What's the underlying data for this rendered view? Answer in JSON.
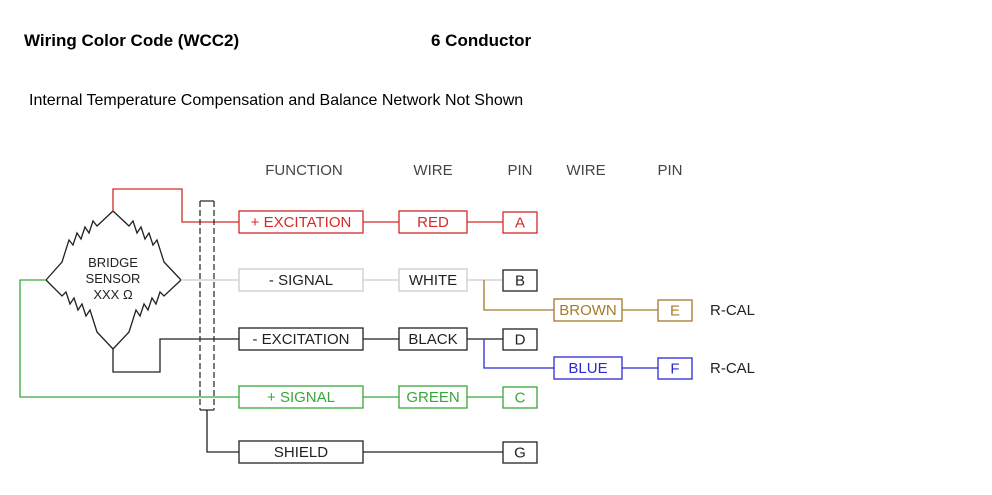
{
  "header": {
    "title": "Wiring Color Code (WCC2)",
    "conductor": "6 Conductor"
  },
  "note": "Internal Temperature Compensation and Balance Network Not Shown",
  "table_headers": {
    "function": "FUNCTION",
    "wire": "WIRE",
    "pin": "PIN",
    "wire2": "WIRE",
    "pin2": "PIN"
  },
  "bridge": {
    "line1": "BRIDGE",
    "line2": "SENSOR",
    "line3": "XXX Ω"
  },
  "rows": [
    {
      "function": "+ EXCITATION",
      "wire": "RED",
      "pin": "A",
      "color": "#d42a2a"
    },
    {
      "function": "- SIGNAL",
      "wire": "WHITE",
      "pin": "B",
      "color": "#bbbbbb"
    },
    {
      "function": "- EXCITATION",
      "wire": "BLACK",
      "pin": "D",
      "color": "#222222"
    },
    {
      "function": "+ SIGNAL",
      "wire": "GREEN",
      "pin": "C",
      "color": "#3aa63a"
    },
    {
      "function": "SHIELD",
      "wire": "",
      "pin": "G",
      "color": "#222222"
    }
  ],
  "rcal": [
    {
      "wire": "BROWN",
      "pin": "E",
      "label": "R-CAL",
      "color": "#a57a2a"
    },
    {
      "wire": "BLUE",
      "pin": "F",
      "label": "R-CAL",
      "color": "#2a2ad4"
    }
  ]
}
